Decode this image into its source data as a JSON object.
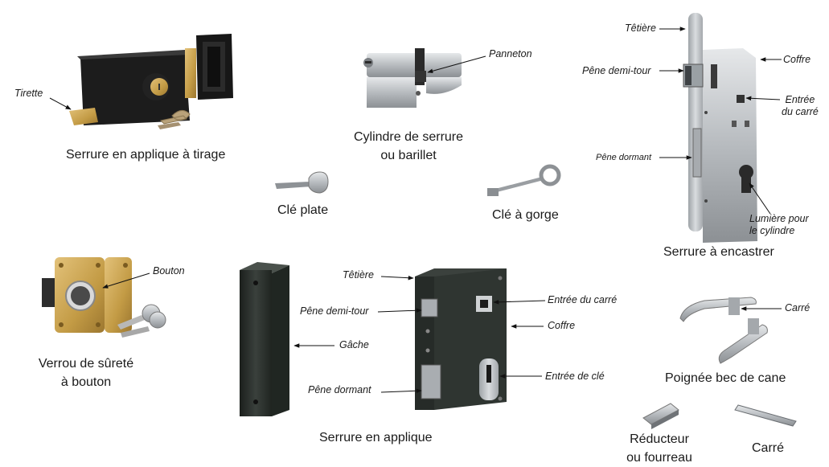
{
  "captions": {
    "serrure_applique_tirage": "Serrure en applique à tirage",
    "cylindre_line1": "Cylindre de serrure",
    "cylindre_line2": "ou barillet",
    "cle_plate": "Clé plate",
    "cle_gorge": "Clé à gorge",
    "serrure_encastrer": "Serrure à encastrer",
    "verrou_line1": "Verrou de sûreté",
    "verrou_line2": "à bouton",
    "serrure_applique": "Serrure en applique",
    "poignee": "Poignée bec de cane",
    "reducteur_line1": "Réducteur",
    "reducteur_line2": "ou fourreau",
    "carre": "Carré"
  },
  "labels": {
    "tirette": "Tirette",
    "panneton": "Panneton",
    "enc_tetiere": "Têtière",
    "enc_pene_demi_tour": "Pêne demi-tour",
    "enc_coffre": "Coffre",
    "enc_entree_line1": "Entrée",
    "enc_entree_line2": "du carré",
    "enc_pene_dormant": "Pêne dormant",
    "enc_lumiere_line1": "Lumière pour",
    "enc_lumiere_line2": "le cylindre",
    "bouton": "Bouton",
    "app_tetiere": "Têtière",
    "app_pene_demi_tour": "Pêne demi-tour",
    "app_gache": "Gâche",
    "app_pene_dormant": "Pêne dormant",
    "app_entree_carre": "Entrée du carré",
    "app_coffre": "Coffre",
    "app_entree_cle": "Entrée de clé",
    "poignee_carre": "Carré"
  },
  "colors": {
    "black_lock": "#1e1e1e",
    "brass": "#c9a24e",
    "steel": "#b8bcc0",
    "dark_steel": "#7c8185",
    "green_metal": "#2e3430"
  }
}
